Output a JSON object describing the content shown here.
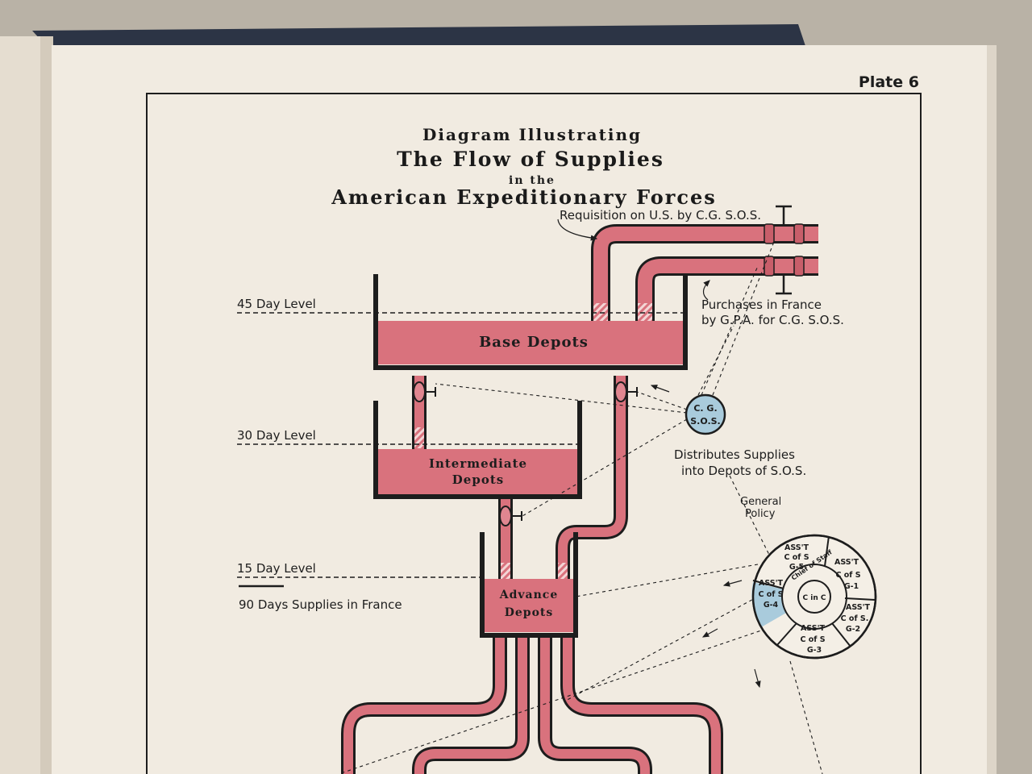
{
  "plate": "Plate 6",
  "title": {
    "line1": "Diagram Illustrating",
    "line2": "The Flow of Supplies",
    "line3": "in the",
    "line4": "American Expeditionary Forces"
  },
  "annotations": {
    "requisition": "Requisition on U.S. by C.G. S.O.S.",
    "purchases_line1": "Purchases in France",
    "purchases_line2": "by G.P.A. for C.G. S.O.S.",
    "distributes_line1": "Distributes Supplies",
    "distributes_line2": "into Depots of S.O.S.",
    "general_line1": "General",
    "general_line2": "Policy"
  },
  "levels": {
    "day45": "45 Day Level",
    "day30": "30 Day Level",
    "day15": "15 Day Level",
    "total": "90 Days Supplies in France"
  },
  "depots": {
    "base": "Base Depots",
    "intermediate_line1": "Intermediate",
    "intermediate_line2": "Depots",
    "advance_line1": "Advance",
    "advance_line2": "Depots"
  },
  "cgsos": {
    "line1": "C. G.",
    "line2": "S.O.S."
  },
  "staff_circle": {
    "center": "C in C",
    "ring": "Chief of Staff",
    "g5": [
      "ASS'T",
      "C of S",
      "G-5"
    ],
    "g1": [
      "ASS'T",
      "C of S",
      "G-1"
    ],
    "g2": [
      "ASS'T",
      "C of S.",
      "G-2"
    ],
    "g3": [
      "ASS'T",
      "C of S",
      "G-3"
    ],
    "g4": [
      "ASS'T",
      "C of S",
      "G-4"
    ]
  },
  "colors": {
    "pipe": "#d9727d",
    "pipe_dark": "#b9505c",
    "ink": "#1d1d1d",
    "paper": "#f1ebe1",
    "blue": "#a9cbdc"
  }
}
